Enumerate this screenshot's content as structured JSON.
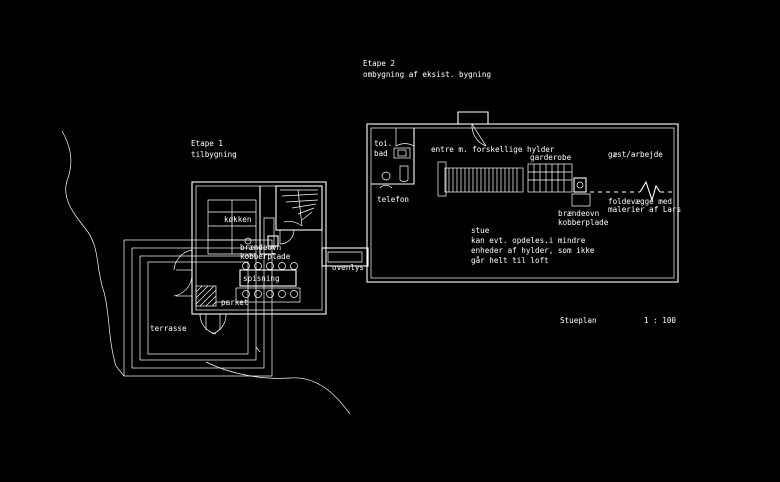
{
  "labels": {
    "etape2_title": "Etape 2",
    "etape2_sub": "ombygning af eksist. bygning",
    "etape1_title": "Etape 1",
    "etape1_sub": "tilbygning",
    "toi": "toi.",
    "bad": "bad",
    "telefon": "telefon",
    "entre": "entre m. forskellige hylder",
    "garderobe": "garderobe",
    "gaest": "gæst/arbejde",
    "braendeovn_right_1": "brændeovn",
    "braendeovn_right_2": "kobberplade",
    "foldevaegge_1": "foldevægge med",
    "foldevaegge_2": "malerier af Lars",
    "stue_1": "stue",
    "stue_2": "kan evt. opdeles.i mindre",
    "stue_3": "enheder af hylder, som ikke",
    "stue_4": "går helt til loft",
    "koekken": "køkken",
    "braendeovn_left_1": "brændeovn",
    "braendeovn_left_2": "kobberplade",
    "spisning": "spisning",
    "parket": "parket",
    "ovenlys": "ovenlys",
    "terrasse": "terrasse",
    "stueplan": "Stueplan",
    "scale": "1 : 100"
  }
}
